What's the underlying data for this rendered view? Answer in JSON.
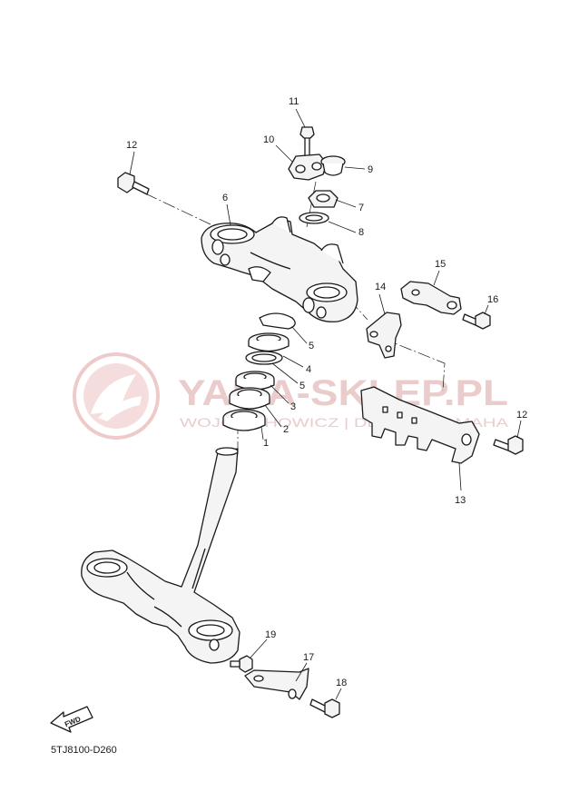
{
  "diagram": {
    "code": "5TJ8100-D260",
    "fwd_label": "FWD",
    "callouts": [
      "1",
      "2",
      "3",
      "4",
      "5",
      "5",
      "6",
      "7",
      "8",
      "9",
      "10",
      "11",
      "12",
      "12",
      "13",
      "14",
      "15",
      "16",
      "17",
      "18",
      "19"
    ]
  },
  "watermark": {
    "title": "YAMA-SKLEP.PL",
    "subtitle": "WOJCIECHOWICZ | DEALER YAMAHA"
  }
}
